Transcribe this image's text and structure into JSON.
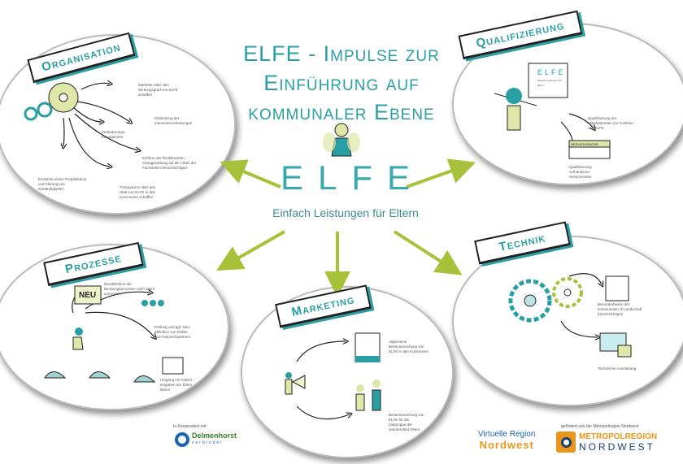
{
  "title": {
    "line1": "ELFE - Impulse zur",
    "line2": "Einführung auf",
    "line3": "kommunaler Ebene"
  },
  "logo": {
    "name": "ELFE",
    "subtitle": "Einfach Leistungen für Eltern"
  },
  "colors": {
    "teal": "#2a9fa3",
    "green": "#a8c13a"
  },
  "sections": {
    "organisation": {
      "label": "Organisation",
      "items": [
        "Marketen über den Wirkungsgrad von ELFE schaffen",
        "Einbindung der Interessenvertretungen",
        "Veränderungs-management",
        "Einfluss der flexibilisierten Antragsstellung auf die Arbeit der Fachstellen berücksichtigen",
        "Einsetzen eines Projektteams und Klärung von Zuständigkeiten",
        "Transparenz über den Start von ELFE in den Kommunen schaffen"
      ]
    },
    "qualifizierung": {
      "label": "Qualifizierung",
      "board": "ELFE",
      "board_sub": "Einfach Leistungen für Eltern",
      "servicecenter": "Servicecenter",
      "items": [
        "Qualifizierung der Mitarbeitenden zur Funktion von ELFE",
        "Qualifizierung vorhandener Servicecenter"
      ]
    },
    "prozesse": {
      "label": "Prozesse",
      "sign": "NEU",
      "items": [
        "Neudefinition der Beratungsprozesse nach intern und extern",
        "Prüfung und ggf. Neu-definition von Rollen und Ansprechpartnern",
        "Umgang mit Falsch-eingaben der Eltern klären"
      ]
    },
    "marketing": {
      "label": "Marketing",
      "items": [
        "Allgemeine Bekanntmachung von ELFE in den Kommunen",
        "Bekanntmachung von ELFE für die Zielgruppe der (werdenden) Eltern"
      ]
    },
    "technik": {
      "label": "Technik",
      "items": [
        "Besonderheiten der kommunalen IT-Landschaft berücksichtigen",
        "Technische Ausstattung"
      ]
    }
  },
  "footer": {
    "cooperation": "In Kooperation mit:",
    "delmenhorst": "Delmenhorst",
    "delmenhorst_sub": "verbindet",
    "funded": "gefördert von der Metropolregion Nordwest",
    "vrn1": "Virtuelle Region",
    "vrn2": "Nordwest",
    "metro1": "METROPOLREGION",
    "metro2": "NORDWEST"
  }
}
